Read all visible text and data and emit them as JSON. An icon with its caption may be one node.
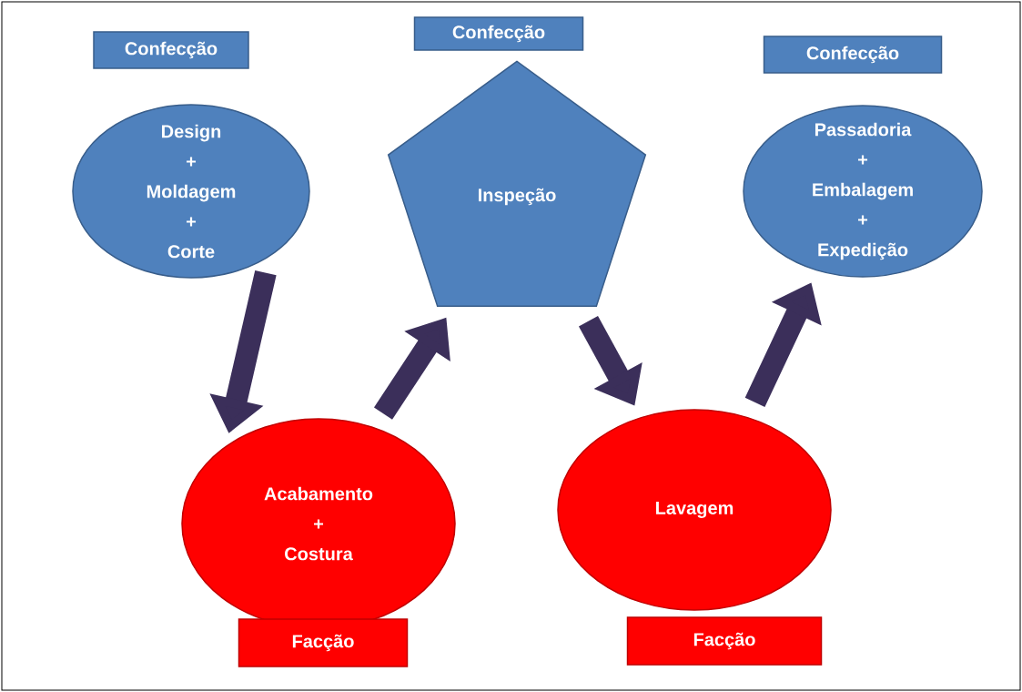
{
  "diagram": {
    "nodes": [
      {
        "text": [
          "Confecção"
        ]
      },
      {
        "text": [
          "Confecção"
        ]
      },
      {
        "text": [
          "Confecção"
        ]
      },
      {
        "text": [
          "Design + Moldagem + Corte"
        ]
      },
      {
        "text": [
          "Inspeção"
        ]
      },
      {
        "text": [
          "Passadoria + Embalagem + Expedição"
        ]
      },
      {
        "text": [
          "Acabamento + Costura"
        ]
      },
      {
        "text": [
          "Lavagem"
        ]
      },
      {
        "text": [
          "Facção"
        ]
      },
      {
        "text": [
          "Facção"
        ]
      }
    ],
    "edges": [
      {
        "from": 3,
        "to": 6,
        "arrow": "to"
      },
      {
        "from": 6,
        "to": 4,
        "arrow": "to"
      },
      {
        "from": 4,
        "to": 7,
        "arrow": "to"
      },
      {
        "from": 7,
        "to": 5,
        "arrow": "to"
      }
    ]
  }
}
